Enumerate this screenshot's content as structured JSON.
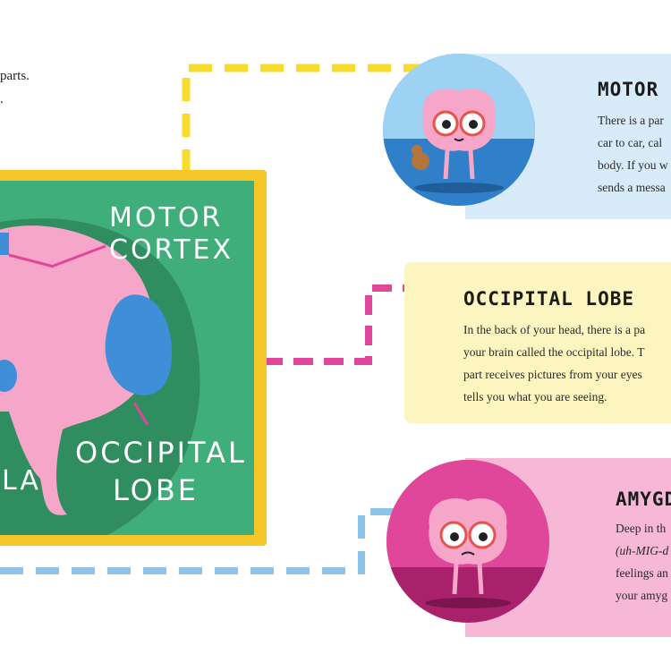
{
  "intro": {
    "line1": "parts.",
    "line2": "."
  },
  "diagram": {
    "label_motor_1": "MOTOR",
    "label_motor_2": "CORTEX",
    "label_occipital_1": "OCCIPITAL",
    "label_occipital_2": "LOBE",
    "label_amygdala_fragment": "LA"
  },
  "cards": {
    "motor": {
      "title": "MOTOR C",
      "lines": [
        "There is a par",
        "car to car, cal",
        "body. If you w",
        "sends a messa"
      ]
    },
    "occipital": {
      "title": "OCCIPITAL LOBE",
      "lines": [
        "In the back of your head, there is a pa",
        "your brain called the occipital lobe. T",
        "part receives pictures from your eyes",
        "tells you what you are seeing."
      ]
    },
    "amygdala": {
      "title": "AMYGD",
      "line1": "Deep in th",
      "line2": "(uh-MIG-d",
      "line3": "feelings an",
      "line4": "your amyg"
    }
  },
  "colors": {
    "yellow_connector": "#f7dc2e",
    "pink_connector": "#e0479a",
    "blue_connector": "#8fc4ea",
    "panel_green": "#3fae7a",
    "panel_border": "#f4c62a",
    "brain_pink": "#f6a6c8",
    "card_blue": "#d7ebf9",
    "card_yellow": "#fdf5bf",
    "card_pink": "#f6b8d6"
  },
  "icons": {
    "motor_avatar": "brain-character-waving-icon",
    "occipital_avatar": "none",
    "amygdala_avatar": "brain-character-sad-icon"
  }
}
